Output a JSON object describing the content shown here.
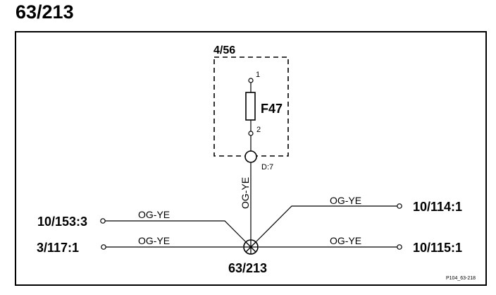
{
  "page_title": "63/213",
  "component": {
    "ref": "4/56",
    "fuse": "F47",
    "pin1": "1",
    "pin2": "2",
    "connector": "D:7"
  },
  "wires": {
    "vertical": "OG-YE",
    "left_upper": "OG-YE",
    "left_lower": "OG-YE",
    "right_upper": "OG-YE",
    "right_lower": "OG-YE"
  },
  "terminals": {
    "left_upper": "10/153:3",
    "left_lower": "3/117:1",
    "right_upper": "10/114:1",
    "right_lower": "10/115:1"
  },
  "splice_label": "63/213",
  "figure_id": "P104_63-218"
}
